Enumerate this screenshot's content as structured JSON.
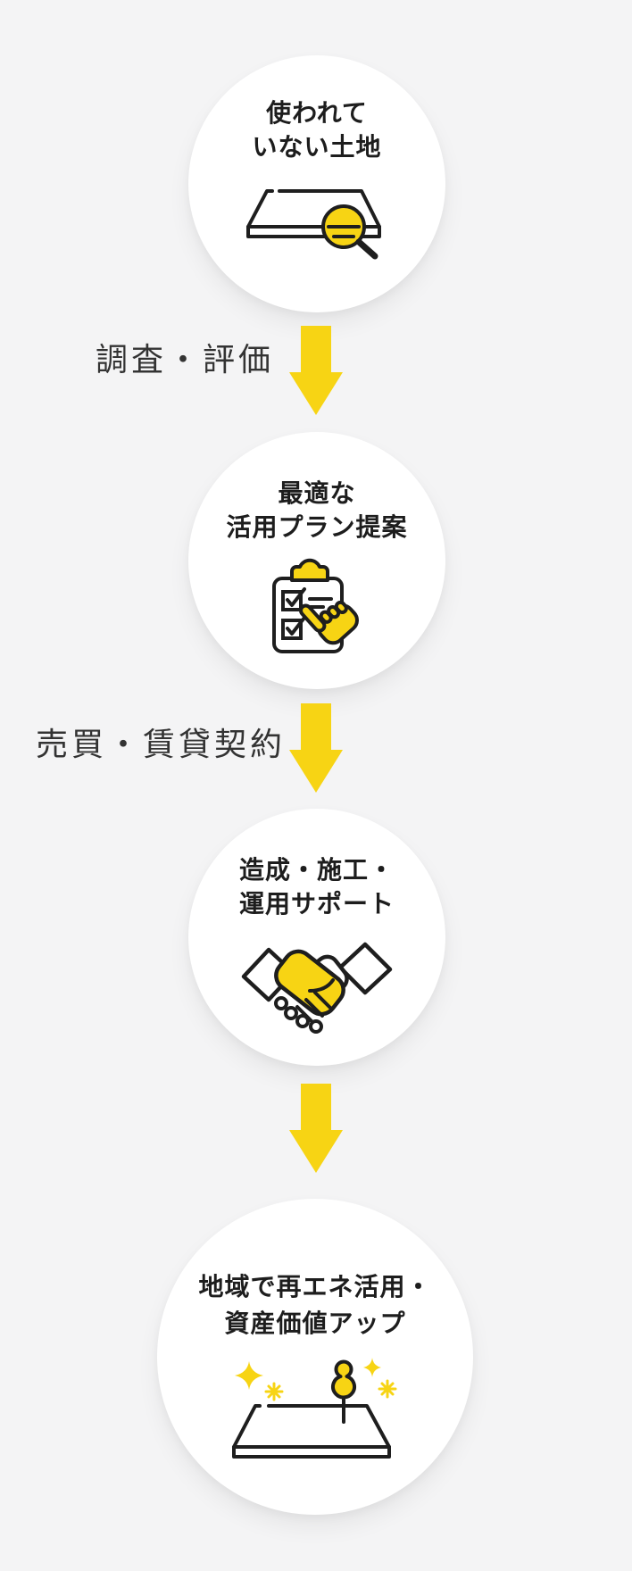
{
  "page": {
    "background_color": "#f4f4f5",
    "description": "land-utilization-process-flow"
  },
  "palette": {
    "accent_yellow": "#f7d414",
    "line_dark": "#1e1e1e",
    "circle_white": "#ffffff",
    "title_text": "#1d1d1d",
    "label_text": "#333333"
  },
  "steps": [
    {
      "title_lines": [
        "使われて",
        "いない土地"
      ],
      "icon": "land-magnifier-icon"
    },
    {
      "title_lines": [
        "最適な",
        "活用プラン提案"
      ],
      "icon": "clipboard-checklist-icon"
    },
    {
      "title_lines": [
        "造成・施工・",
        "運用サポート"
      ],
      "icon": "handshake-icon"
    },
    {
      "title_lines": [
        "地域で再エネ活用・",
        "資産価値アップ"
      ],
      "icon": "land-tree-sparkles-icon"
    }
  ],
  "connectors": [
    {
      "label": "調査・評価",
      "icon": "down-arrow-icon"
    },
    {
      "label": "売買・賃貸契約",
      "icon": "down-arrow-icon"
    },
    {
      "label": "",
      "icon": "down-arrow-icon"
    }
  ]
}
